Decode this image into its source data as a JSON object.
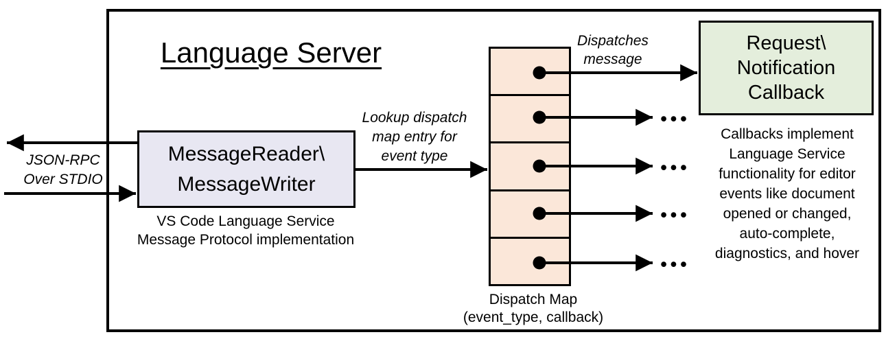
{
  "title": "Language Server",
  "handler": {
    "name_lines": [
      "MessageReader\\",
      "MessageWriter"
    ],
    "caption_lines": [
      "VS Code Language Service",
      "Message Protocol implementation"
    ],
    "fill": "#E8E7F2"
  },
  "dispatch_map": {
    "label": "Dispatch Map",
    "sublabel": "(event_type, callback)",
    "slot_count": 5,
    "fill": "#FBE7D9"
  },
  "callback": {
    "name_lines": [
      "Request\\",
      "Notification",
      "Callback"
    ],
    "caption_lines": [
      "Callbacks implement",
      "Language Service",
      "functionality for editor",
      "events like document",
      "opened or changed,",
      "auto-complete,",
      "diagnostics, and hover"
    ],
    "fill": "#E4EEDC"
  },
  "annotations": {
    "stdio_lines": [
      "JSON-RPC",
      "Over STDIO"
    ],
    "lookup_lines": [
      "Lookup dispatch",
      "map entry for",
      "event type"
    ],
    "dispatch_lines": [
      "Dispatches",
      "message"
    ]
  },
  "ellipsis": "•••",
  "colors": {
    "line": "#000000"
  }
}
